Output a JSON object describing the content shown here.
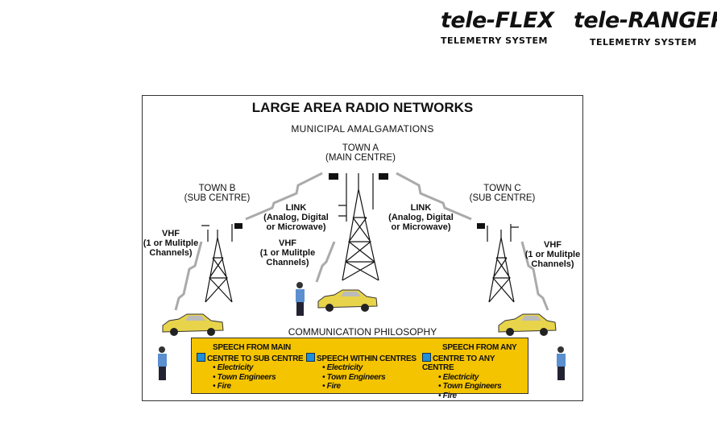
{
  "logos": [
    {
      "name": "tele-FLEX",
      "sub": "TELEMETRY SYSTEM"
    },
    {
      "name": "tele-RANGER",
      "sub": "TELEMETRY SYSTEM"
    }
  ],
  "diagram": {
    "title": "LARGE AREA RADIO NETWORKS",
    "subtitle": "MUNICIPAL AMALGAMATIONS",
    "town_a": [
      "TOWN A",
      "(MAIN CENTRE)"
    ],
    "town_b": [
      "TOWN B",
      "(SUB CENTRE)"
    ],
    "town_c": [
      "TOWN C",
      "(SUB CENTRE)"
    ],
    "link": [
      "LINK",
      "(Analog, Digital",
      "or Microwave)"
    ],
    "vhf": [
      "VHF",
      "(1 or Mulitple",
      "Channels)"
    ],
    "philosophy_title": "COMMUNICATION PHILOSOPHY",
    "columns": [
      {
        "head1": "SPEECH FROM MAIN",
        "head2": "CENTRE TO SUB CENTRE",
        "items": [
          "• Electricity",
          "• Town Engineers",
          "• Fire"
        ]
      },
      {
        "head1": "",
        "head2": "SPEECH WITHIN CENTRES",
        "items": [
          "• Electricity",
          "• Town Engineers",
          "• Fire"
        ]
      },
      {
        "head1": "SPEECH FROM ANY",
        "head2": "CENTRE TO ANY CENTRE",
        "items": [
          "• Electricity",
          "• Town Engineers",
          "• Fire"
        ]
      }
    ]
  },
  "colors": {
    "box": "#F5C400",
    "bullet": "#1e8fd8",
    "car": "#E8D44A"
  }
}
